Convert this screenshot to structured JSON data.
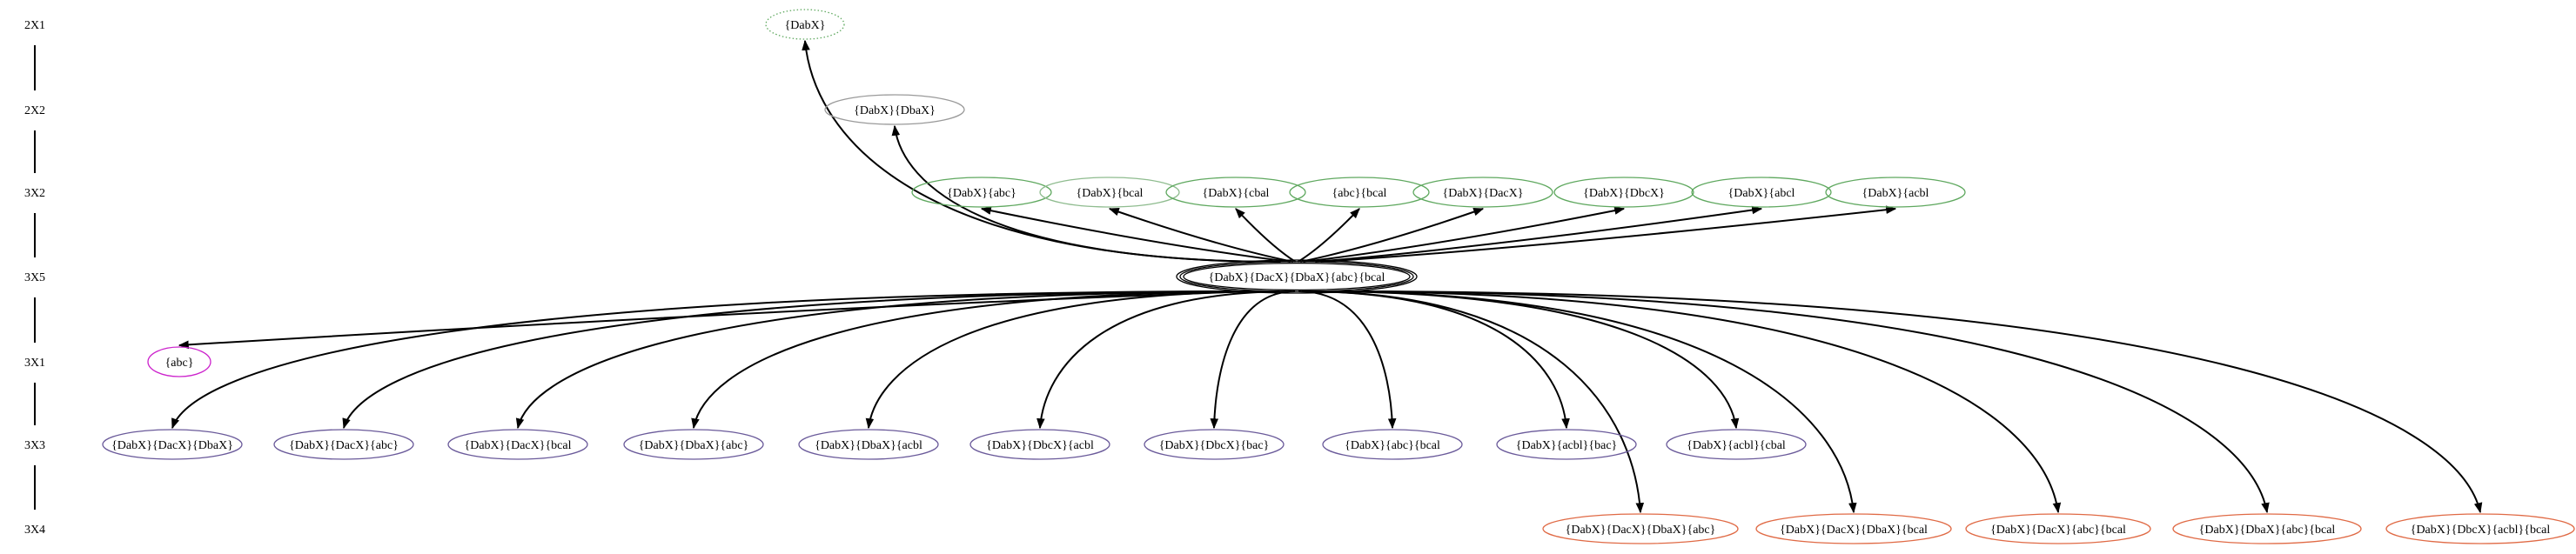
{
  "ranks": [
    {
      "id": "r0",
      "label": "2X1"
    },
    {
      "id": "r1",
      "label": "2X2"
    },
    {
      "id": "r2",
      "label": "3X2"
    },
    {
      "id": "r3",
      "label": "3X5"
    },
    {
      "id": "r4",
      "label": "3X1"
    },
    {
      "id": "r5",
      "label": "3X3"
    },
    {
      "id": "r6",
      "label": "3X4"
    }
  ],
  "colors": {
    "green": "#5fa85f",
    "green_fill": "#8fbc8f",
    "magenta": "#cc22cc",
    "purple": "#6a5a9a",
    "orange": "#e06a45",
    "gray": "#9a9a9a",
    "rank_line": "#000000"
  },
  "center_node": {
    "id": "c",
    "label": "{DabX}{DacX}{DbaX}{abc}{bcal",
    "style": "triple"
  },
  "nodes": [
    {
      "id": "n_r0_0",
      "label": "{DabX}",
      "rank": "r0",
      "color": "green",
      "style": "dotted"
    },
    {
      "id": "n_r1_0",
      "label": "{DabX}{DbaX}",
      "rank": "r1",
      "color": "gray"
    },
    {
      "id": "n_r2_0",
      "label": "{DabX}{abc}",
      "rank": "r2",
      "color": "green"
    },
    {
      "id": "n_r2_1",
      "label": "{DabX}{bcal",
      "rank": "r2",
      "color": "green",
      "style": "filled"
    },
    {
      "id": "n_r2_2",
      "label": "{DabX}{cbal",
      "rank": "r2",
      "color": "green"
    },
    {
      "id": "n_r2_3",
      "label": "{abc}{bcal",
      "rank": "r2",
      "color": "green"
    },
    {
      "id": "n_r2_4",
      "label": "{DabX}{DacX}",
      "rank": "r2",
      "color": "green"
    },
    {
      "id": "n_r2_5",
      "label": "{DabX}{DbcX}",
      "rank": "r2",
      "color": "green"
    },
    {
      "id": "n_r2_6",
      "label": "{DabX}{abcl",
      "rank": "r2",
      "color": "green"
    },
    {
      "id": "n_r2_7",
      "label": "{DabX}{acbl",
      "rank": "r2",
      "color": "green"
    },
    {
      "id": "n_r4_0",
      "label": "{abc}",
      "rank": "r4",
      "color": "magenta"
    },
    {
      "id": "n_r5_0",
      "label": "{DabX}{DacX}{DbaX}",
      "rank": "r5",
      "color": "purple"
    },
    {
      "id": "n_r5_1",
      "label": "{DabX}{DacX}{abc}",
      "rank": "r5",
      "color": "purple"
    },
    {
      "id": "n_r5_2",
      "label": "{DabX}{DacX}{bcal",
      "rank": "r5",
      "color": "purple"
    },
    {
      "id": "n_r5_3",
      "label": "{DabX}{DbaX}{abc}",
      "rank": "r5",
      "color": "purple"
    },
    {
      "id": "n_r5_4",
      "label": "{DabX}{DbaX}{acbl",
      "rank": "r5",
      "color": "purple"
    },
    {
      "id": "n_r5_5",
      "label": "{DabX}{DbcX}{acbl",
      "rank": "r5",
      "color": "purple"
    },
    {
      "id": "n_r5_6",
      "label": "{DabX}{DbcX}{bac}",
      "rank": "r5",
      "color": "purple"
    },
    {
      "id": "n_r5_7",
      "label": "{DabX}{abc}{bcal",
      "rank": "r5",
      "color": "purple"
    },
    {
      "id": "n_r5_8",
      "label": "{DabX}{acbl}{bac}",
      "rank": "r5",
      "color": "purple"
    },
    {
      "id": "n_r5_9",
      "label": "{DabX}{acbl}{cbal",
      "rank": "r5",
      "color": "purple"
    },
    {
      "id": "n_r6_0",
      "label": "{DabX}{DacX}{DbaX}{abc}",
      "rank": "r6",
      "color": "orange"
    },
    {
      "id": "n_r6_1",
      "label": "{DabX}{DacX}{DbaX}{bcal",
      "rank": "r6",
      "color": "orange"
    },
    {
      "id": "n_r6_2",
      "label": "{DabX}{DacX}{abc}{bcal",
      "rank": "r6",
      "color": "orange"
    },
    {
      "id": "n_r6_3",
      "label": "{DabX}{DbaX}{abc}{bcal",
      "rank": "r6",
      "color": "orange"
    },
    {
      "id": "n_r6_4",
      "label": "{DabX}{DbcX}{acbl}{bcal",
      "rank": "r6",
      "color": "orange"
    }
  ],
  "edges": [
    {
      "from": "c",
      "to": "n_r0_0"
    },
    {
      "from": "c",
      "to": "n_r1_0"
    },
    {
      "from": "c",
      "to": "n_r2_0"
    },
    {
      "from": "c",
      "to": "n_r2_1"
    },
    {
      "from": "c",
      "to": "n_r2_2"
    },
    {
      "from": "c",
      "to": "n_r2_3"
    },
    {
      "from": "c",
      "to": "n_r2_4"
    },
    {
      "from": "c",
      "to": "n_r2_5"
    },
    {
      "from": "c",
      "to": "n_r2_6"
    },
    {
      "from": "c",
      "to": "n_r2_7"
    },
    {
      "from": "c",
      "to": "n_r4_0"
    },
    {
      "from": "c",
      "to": "n_r5_0"
    },
    {
      "from": "c",
      "to": "n_r5_1"
    },
    {
      "from": "c",
      "to": "n_r5_2"
    },
    {
      "from": "c",
      "to": "n_r5_3"
    },
    {
      "from": "c",
      "to": "n_r5_4"
    },
    {
      "from": "c",
      "to": "n_r5_5"
    },
    {
      "from": "c",
      "to": "n_r5_6"
    },
    {
      "from": "c",
      "to": "n_r5_7"
    },
    {
      "from": "c",
      "to": "n_r5_8"
    },
    {
      "from": "c",
      "to": "n_r5_9"
    },
    {
      "from": "c",
      "to": "n_r6_0"
    },
    {
      "from": "c",
      "to": "n_r6_1"
    },
    {
      "from": "c",
      "to": "n_r6_2"
    },
    {
      "from": "c",
      "to": "n_r6_3"
    },
    {
      "from": "c",
      "to": "n_r6_4"
    }
  ]
}
